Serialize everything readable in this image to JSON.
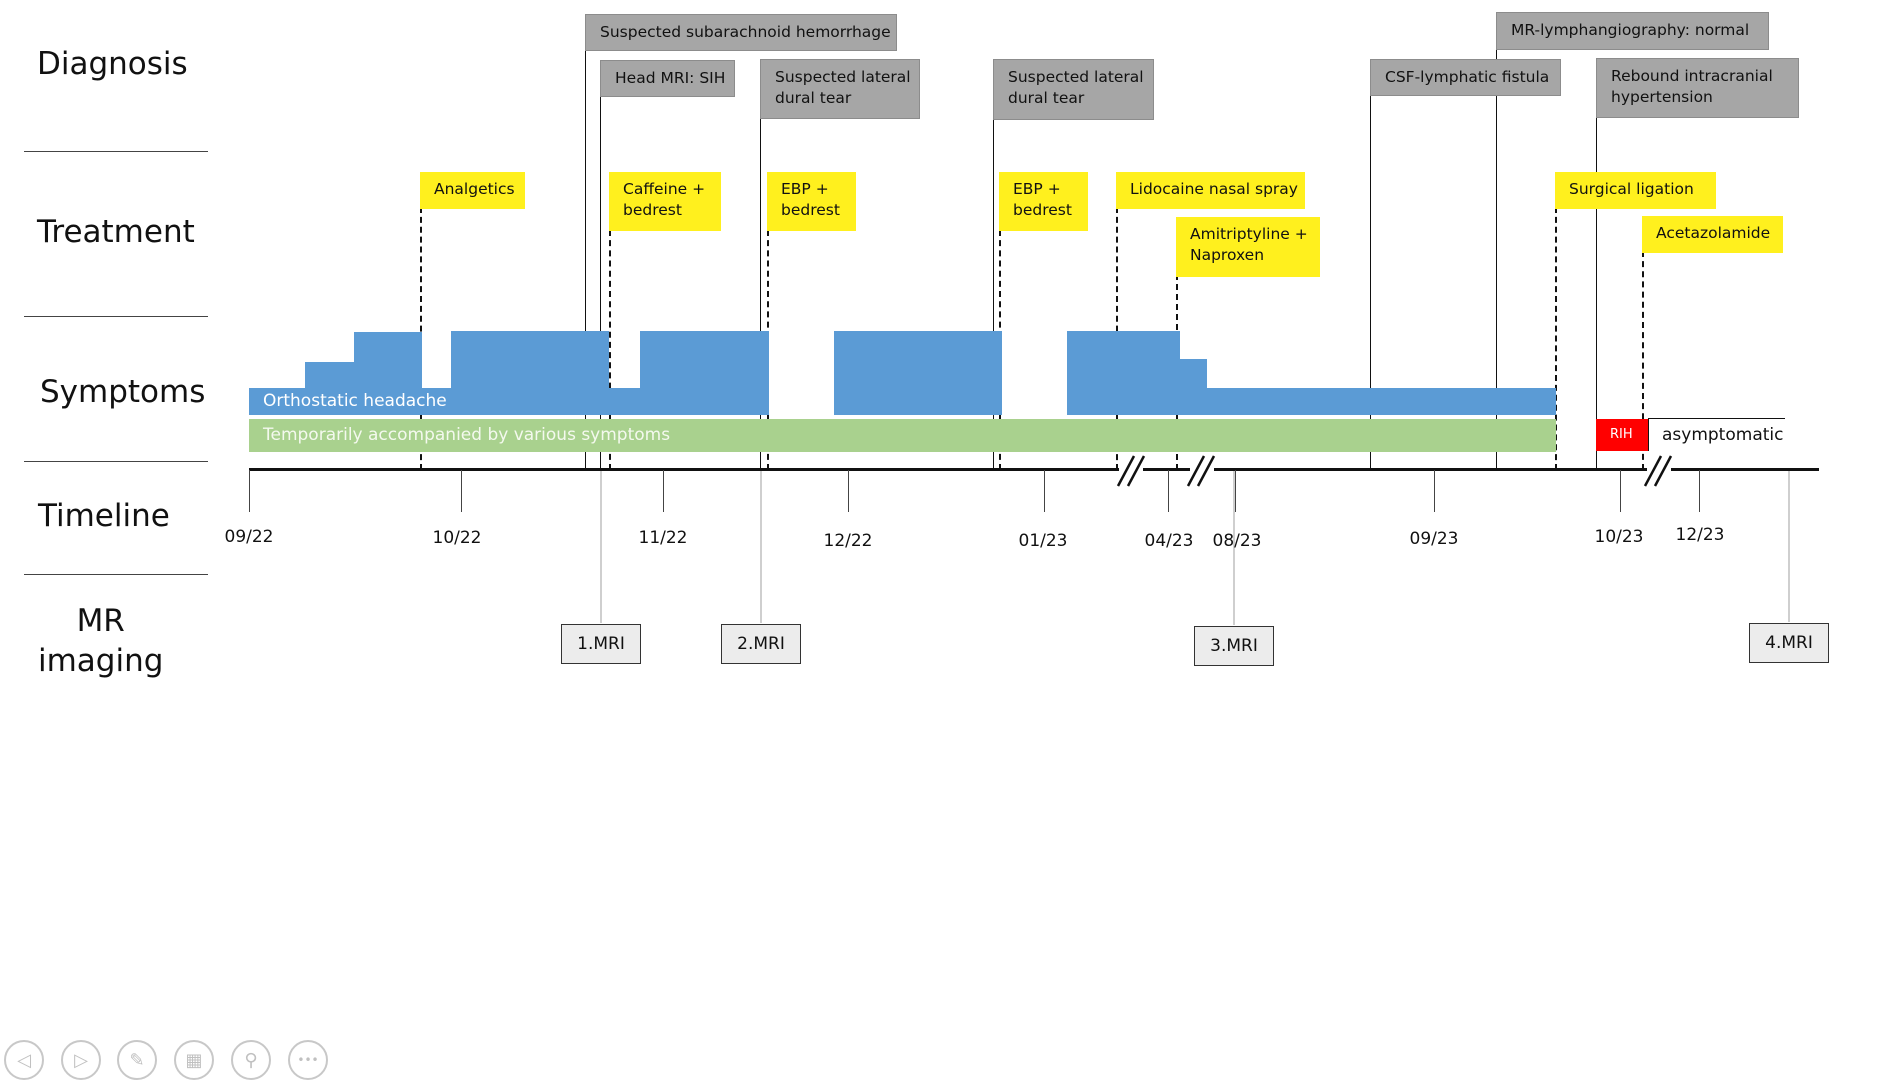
{
  "rows": {
    "diagnosis": "Diagnosis",
    "treatment": "Treatment",
    "symptoms": "Symptoms",
    "timeline": "Timeline",
    "mr_line1": "MR",
    "mr_line2": "imaging"
  },
  "diagnosis": {
    "sah": "Suspected subarachnoid hemorrhage",
    "head_mri": "Head MRI: SIH",
    "tear1_l1": "Suspected lateral",
    "tear1_l2": "dural tear",
    "tear2_l1": "Suspected lateral",
    "tear2_l2": "dural tear",
    "csf": "CSF-lymphatic fistula",
    "lymph": "MR-lymphangiography: normal",
    "rih_l1": "Rebound intracranial",
    "rih_l2": "hypertension"
  },
  "treatment": {
    "analgetics": "Analgetics",
    "caffeine_l1": "Caffeine +",
    "caffeine_l2": "bedrest",
    "ebp1_l1": "EBP +",
    "ebp1_l2": "bedrest",
    "ebp2_l1": "EBP +",
    "ebp2_l2": "bedrest",
    "lidocaine": "Lidocaine nasal spray",
    "amitrip_l1": "Amitriptyline +",
    "amitrip_l2": "Naproxen",
    "surgical": "Surgical ligation",
    "acetazolamide": "Acetazolamide"
  },
  "symptoms": {
    "headache": "Orthostatic headache",
    "various": "Temporarily accompanied by various symptoms",
    "rih": "RIH",
    "asymptomatic": "asymptomatic"
  },
  "timeline_ticks": [
    "09/22",
    "10/22",
    "11/22",
    "12/22",
    "01/23",
    "04/23",
    "08/23",
    "09/23",
    "10/23",
    "12/23"
  ],
  "mri": [
    "1.MRI",
    "2.MRI",
    "3.MRI",
    "4.MRI"
  ],
  "colors": {
    "diagnosis_box": "#a6a6a6",
    "treatment_box": "#fff01e",
    "headache_bar": "#5b9bd5",
    "various_bar": "#a9d18e",
    "rih": "#ff0000"
  },
  "nav_icons": [
    "prev-arrow-icon",
    "next-arrow-icon",
    "pen-icon",
    "slides-grid-icon",
    "zoom-icon",
    "more-options-icon"
  ]
}
